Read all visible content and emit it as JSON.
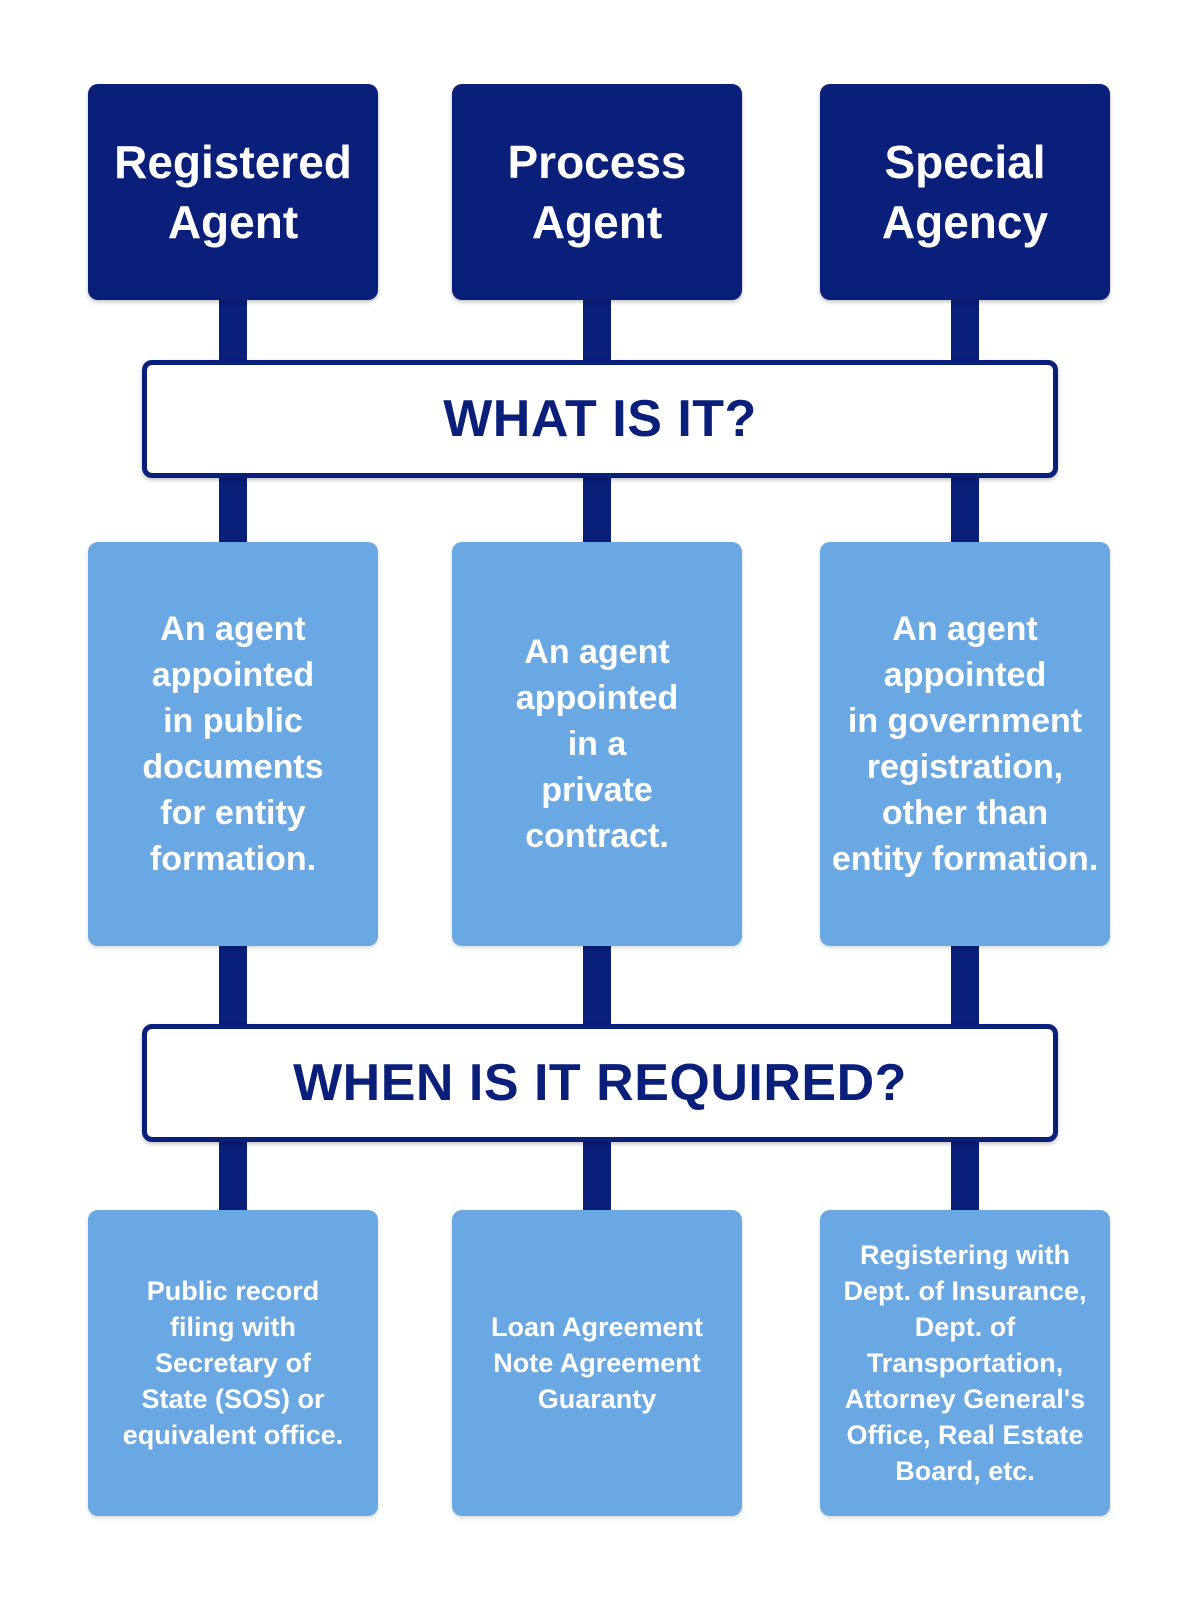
{
  "columns": [
    {
      "title": "Registered\nAgent",
      "description": "An agent\nappointed\nin public\ndocuments\nfor entity\nformation.",
      "requirement": "Public record\nfiling with\nSecretary of\nState (SOS) or\nequivalent office."
    },
    {
      "title": "Process\nAgent",
      "description": "An agent\nappointed\nin a\nprivate\ncontract.",
      "requirement": "Loan Agreement\nNote Agreement\nGuaranty"
    },
    {
      "title": "Special\nAgency",
      "description": "An agent\nappointed\nin government\nregistration,\nother than\nentity formation.",
      "requirement": "Registering with\nDept. of Insurance,\nDept. of\nTransportation,\nAttorney General's\nOffice, Real Estate\nBoard, etc."
    }
  ],
  "questions": {
    "what": "WHAT IS IT?",
    "when": "WHEN IS IT REQUIRED?"
  },
  "colors": {
    "dark_navy": "#0a1f7a",
    "light_blue": "#69a8e2",
    "white": "#ffffff"
  }
}
